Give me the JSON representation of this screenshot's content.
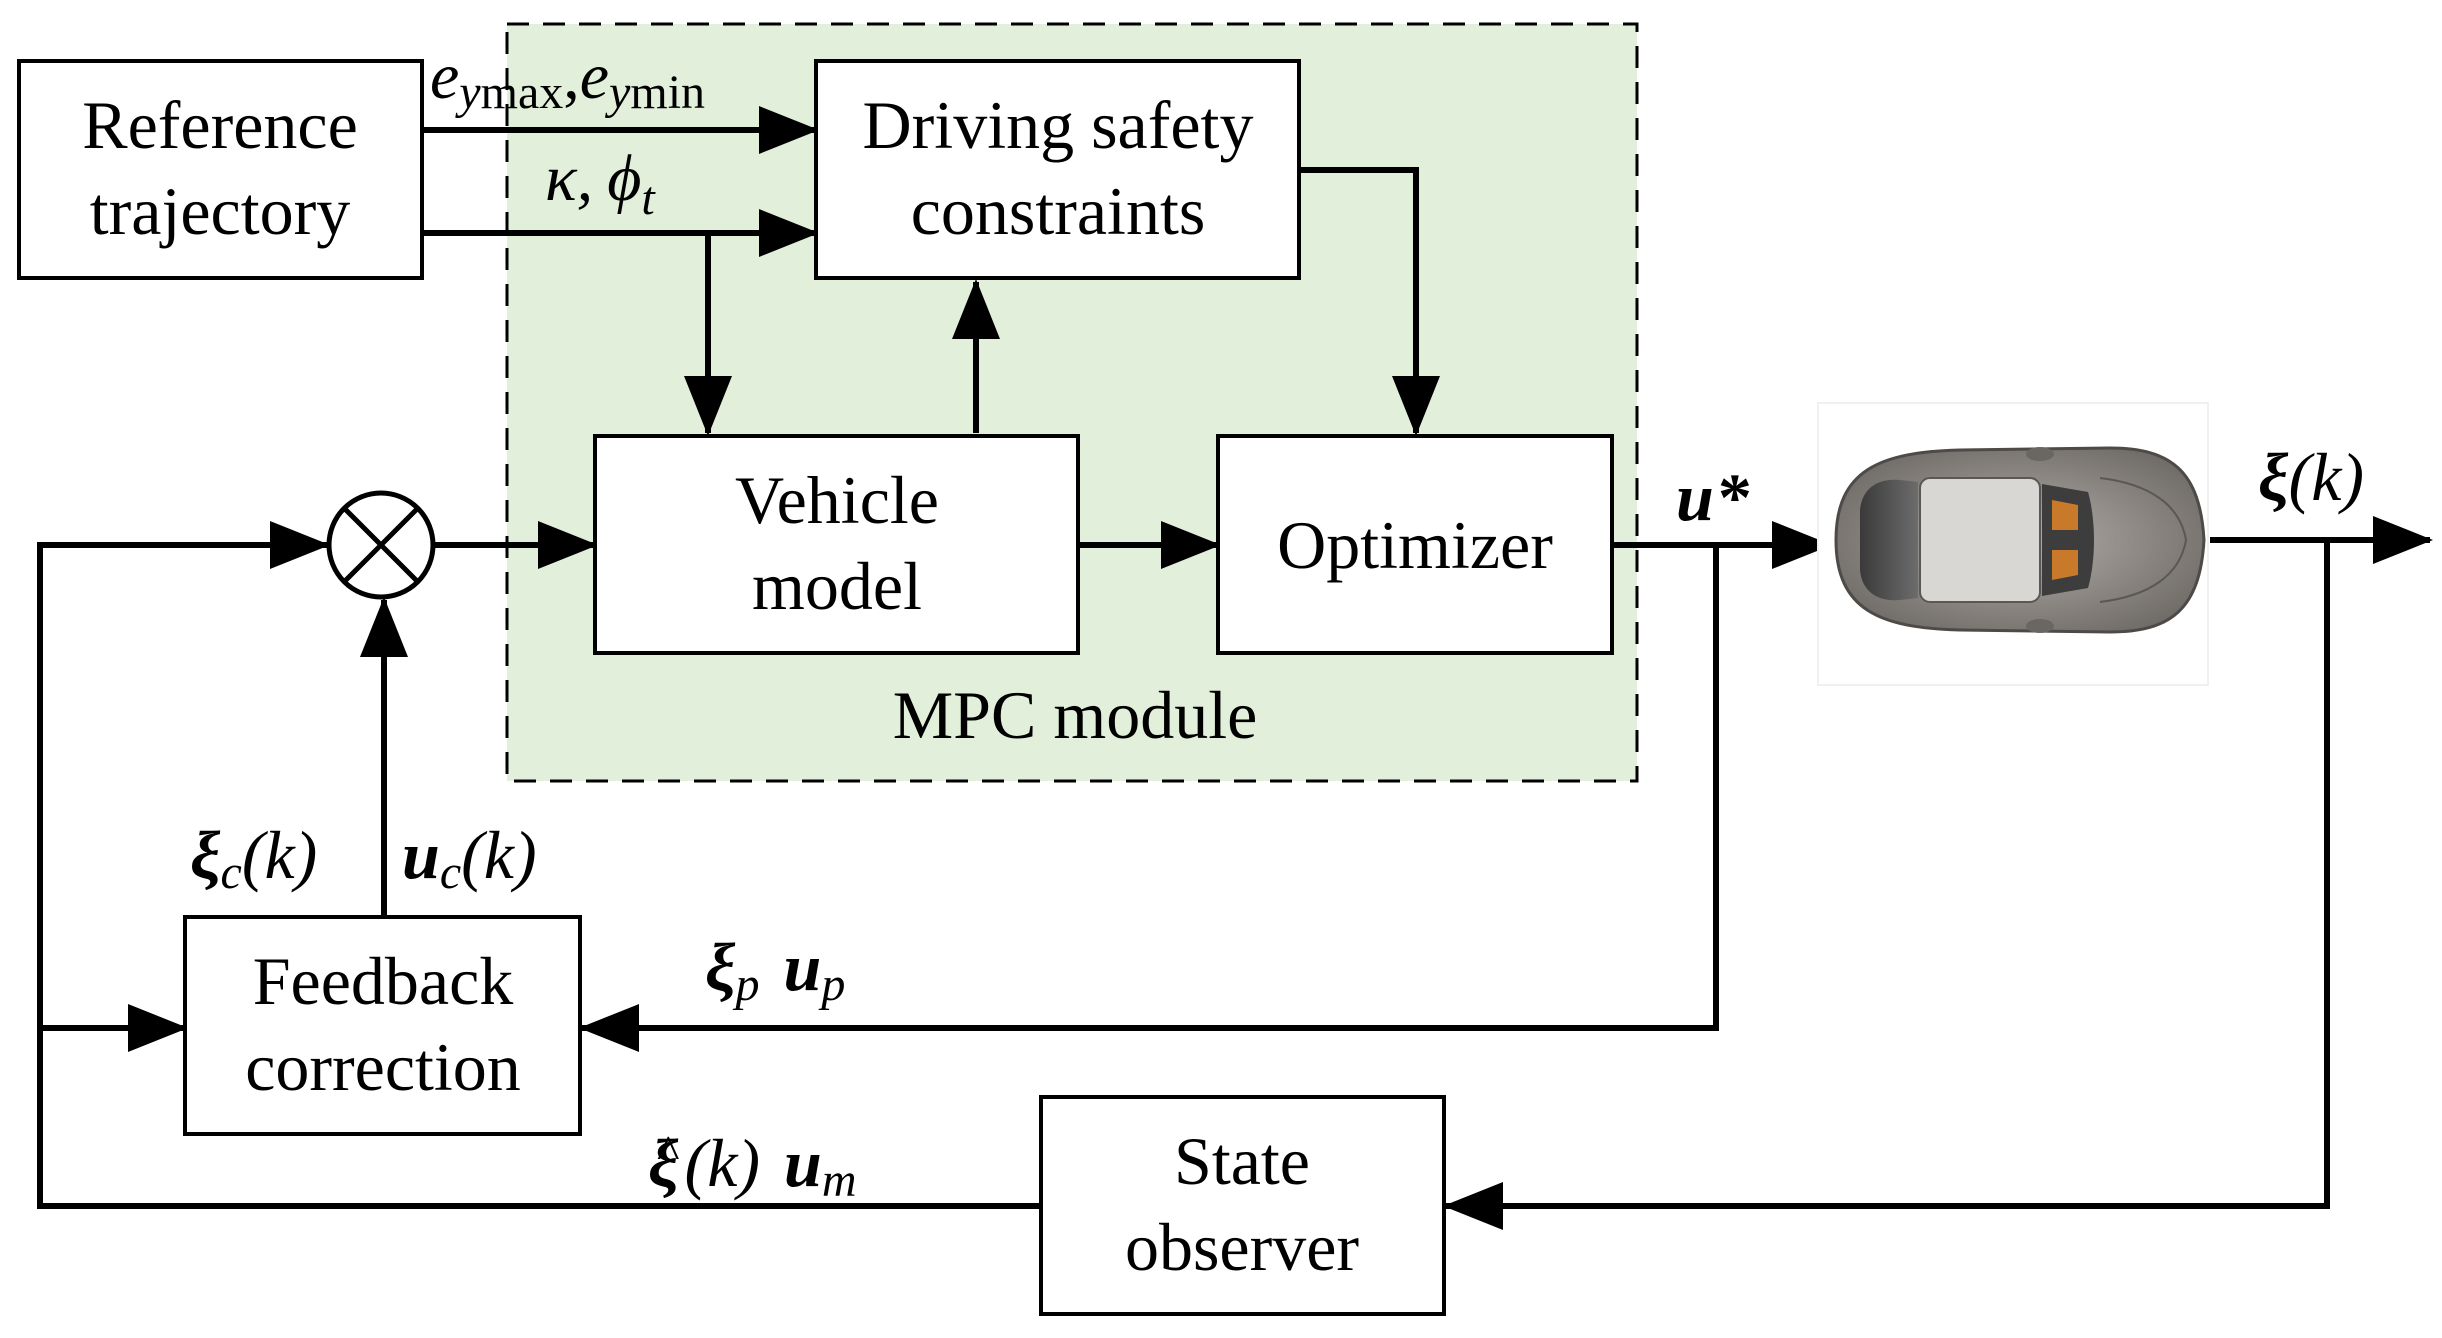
{
  "colors": {
    "mpc_fill": "#e2efda",
    "mpc_border": "#000000",
    "line": "#000000",
    "car_body": "#8a8580"
  },
  "blocks": {
    "reference_trajectory": [
      "Reference",
      "trajectory"
    ],
    "driving_safety_constraints": [
      "Driving safety",
      "constraints"
    ],
    "vehicle_model": [
      "Vehicle",
      "model"
    ],
    "optimizer": [
      "Optimizer"
    ],
    "feedback_correction": [
      "Feedback",
      "correction"
    ],
    "state_observer": [
      "State",
      "observer"
    ]
  },
  "mpc_module_label": "MPC module",
  "signals": {
    "ey_limits": {
      "e1": "e",
      "s1": "y",
      "s1b": "max",
      "comma": ",",
      "e2": "e",
      "s2": "y",
      "s2b": "min"
    },
    "kappa_phi": {
      "kappa": "κ,",
      "phi": "ϕ",
      "sub": "t"
    },
    "u_star": {
      "u": "u",
      "star": "*"
    },
    "xi_k": {
      "xi": "ξ",
      "paren": "(k)"
    },
    "xi_c_k": {
      "xi": "ξ",
      "sub": "c",
      "paren": "(k)"
    },
    "u_c_k": {
      "u": "u",
      "sub": "c",
      "paren": "(k)"
    },
    "xi_p_u_p": {
      "xi": "ξ",
      "sub1": "p",
      "u": "u",
      "sub2": "p"
    },
    "xi_hat_u_m": {
      "xi": "ξ",
      "hat": "^",
      "paren": "(k)",
      "u": "u",
      "sub": "m"
    }
  },
  "icons": {
    "summing_junction": "summing-junction-icon",
    "car": "car-icon"
  }
}
